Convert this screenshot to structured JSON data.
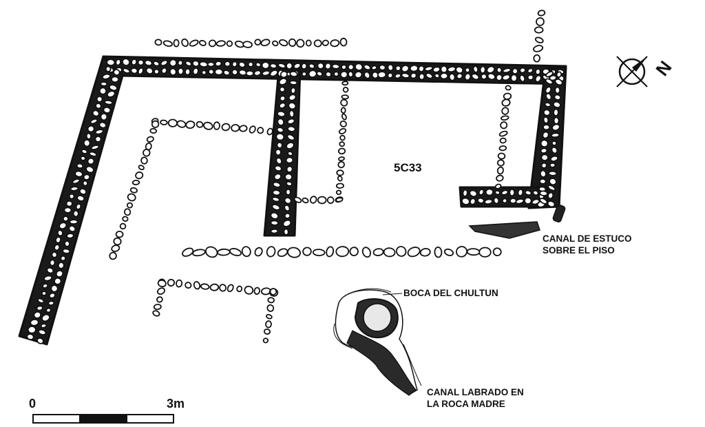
{
  "room_label": "5C33",
  "labels": {
    "canal_estuco": [
      "CANAL  DE ESTUCO",
      "SOBRE EL PISO"
    ],
    "boca_chultun": "BOCA DEL CHULTUN",
    "canal_labrado": [
      "CANAL LABRADO EN",
      "LA ROCA MADRE"
    ]
  },
  "north": {
    "letter": "N",
    "icon": "north-arrow-icon"
  },
  "scale": {
    "start_label": "0",
    "end_label": "3m"
  },
  "colors": {
    "ink": "#111111",
    "paper": "#ffffff"
  }
}
